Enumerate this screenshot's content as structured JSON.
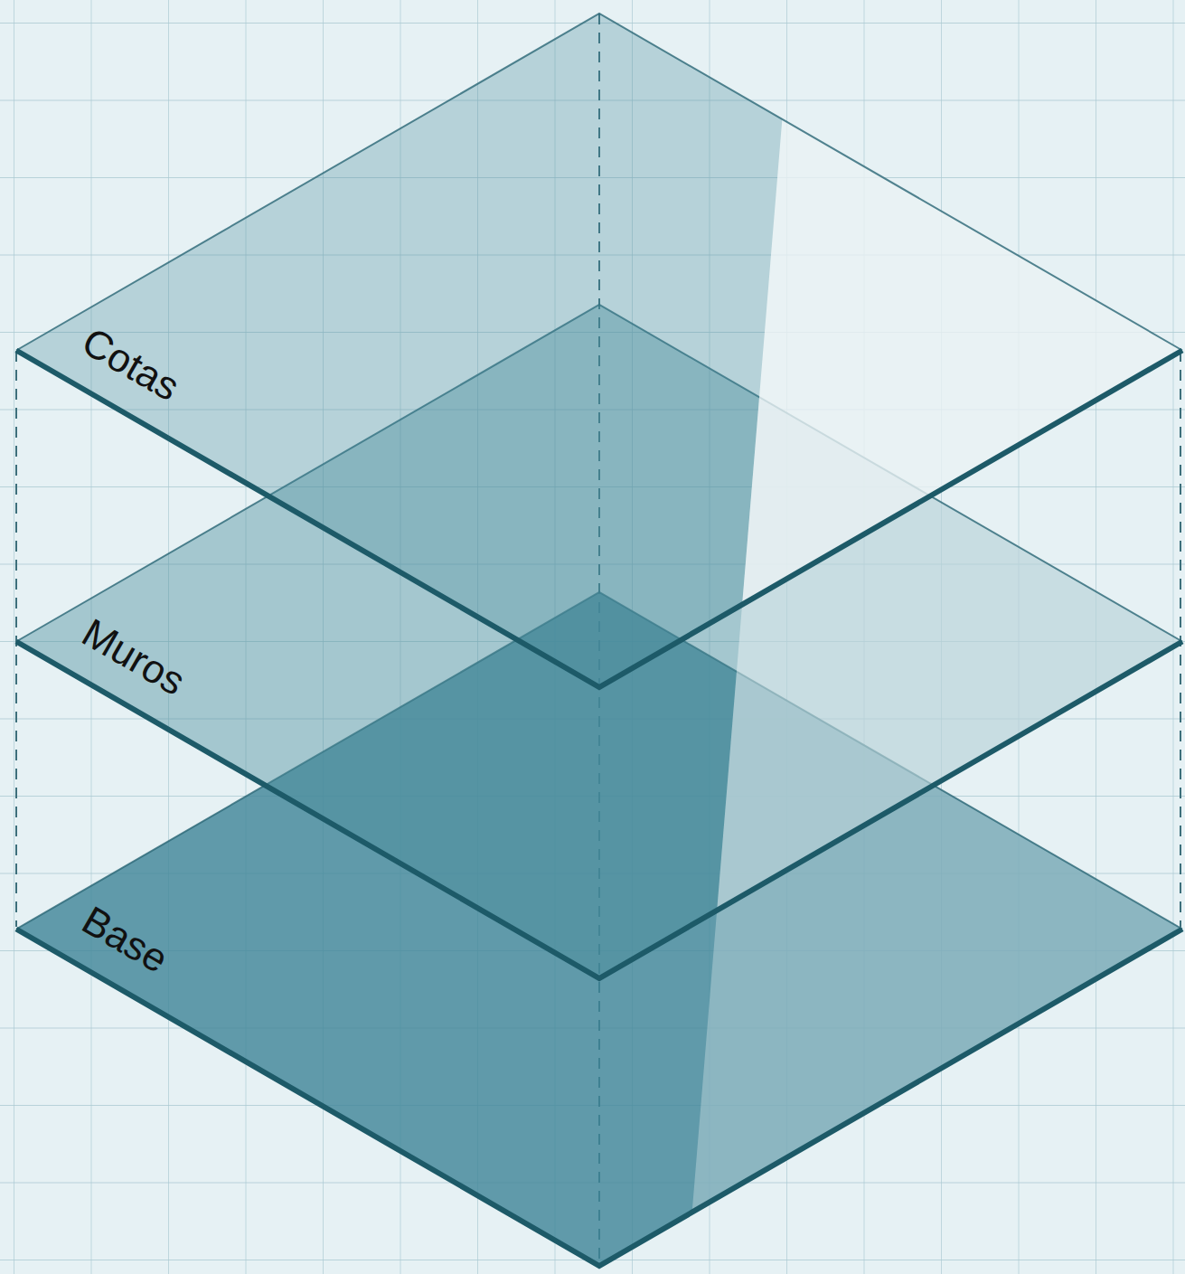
{
  "diagram": {
    "nodes": [
      {
        "text": [
          "Cotas"
        ]
      },
      {
        "text": [
          "Muros"
        ]
      },
      {
        "text": [
          "Base"
        ]
      }
    ]
  }
}
